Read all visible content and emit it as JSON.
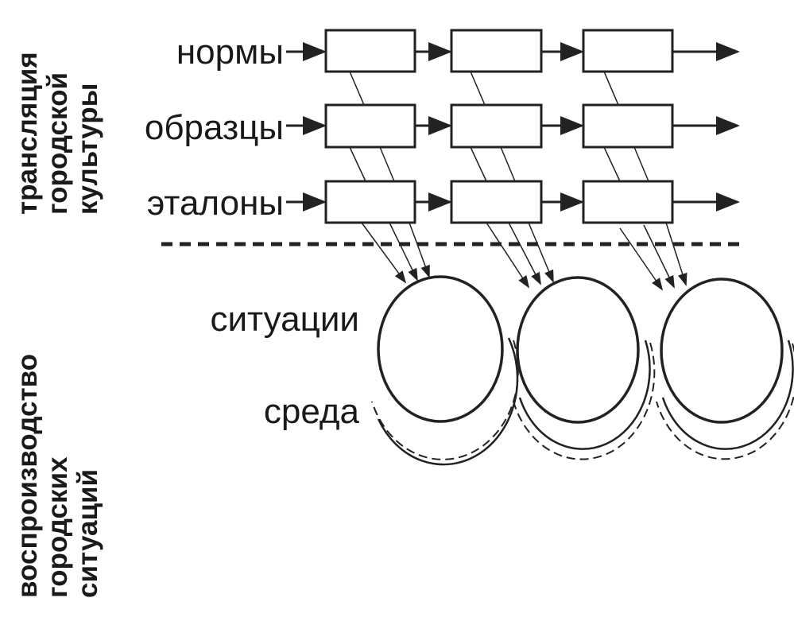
{
  "section_labels": {
    "translation": [
      "трансляция",
      "городской",
      "культуры"
    ],
    "reproduction": [
      "воспроизводство",
      "городских",
      "ситуаций"
    ]
  },
  "rows": [
    "нормы",
    "образцы",
    "эталоны"
  ],
  "lower_labels": {
    "situations": "ситуации",
    "environment": "среда"
  },
  "structure": {
    "columns": 3,
    "situation_count": 3
  }
}
